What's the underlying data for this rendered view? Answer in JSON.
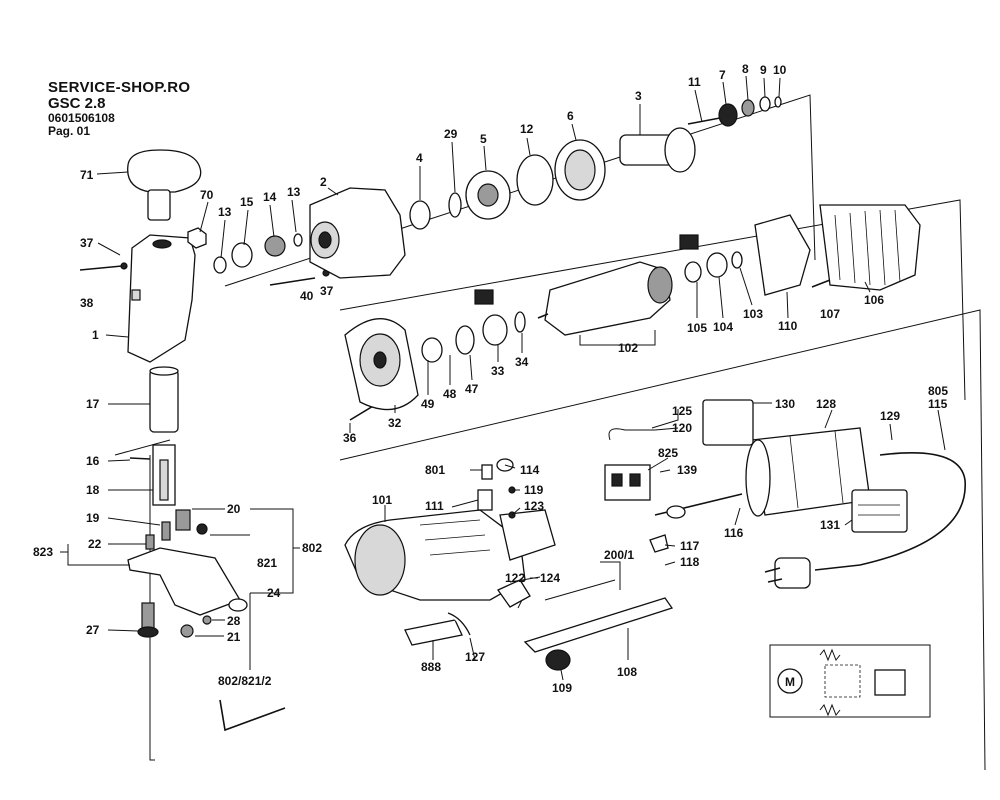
{
  "header": {
    "shop": "SERVICE-SHOP.RO",
    "model": "GSC 2.8",
    "part_number": "0601506108",
    "page": "Pag. 01"
  },
  "callouts": {
    "c71": "71",
    "c70": "70",
    "c13a": "13",
    "c15": "15",
    "c14": "14",
    "c13b": "13",
    "c37a": "37",
    "c38": "38",
    "c40": "40",
    "c37b": "37",
    "c2": "2",
    "c1": "1",
    "c4": "4",
    "c29": "29",
    "c5": "5",
    "c12": "12",
    "c6": "6",
    "c3": "3",
    "c11": "11",
    "c7": "7",
    "c8": "8",
    "c9": "9",
    "c10": "10",
    "c17": "17",
    "c16": "16",
    "c18": "18",
    "c19": "19",
    "c20": "20",
    "c823": "823",
    "c22": "22",
    "c821": "821",
    "c802": "802",
    "c24": "24",
    "c28": "28",
    "c27": "27",
    "c21": "21",
    "c802821": "802/821/2",
    "c36": "36",
    "c32": "32",
    "c49": "49",
    "c48": "48",
    "c47": "47",
    "c33": "33",
    "c34": "34",
    "c102": "102",
    "c105": "105",
    "c104": "104",
    "c103": "103",
    "c110": "110",
    "c107": "107",
    "c106": "106",
    "c125": "125",
    "c120": "120",
    "c130": "130",
    "c128": "128",
    "c129": "129",
    "c805": "805",
    "c115": "115",
    "c825": "825",
    "c139": "139",
    "c801": "801",
    "c114": "114",
    "c119": "119",
    "c111": "111",
    "c123": "123",
    "c101": "101",
    "c116": "116",
    "c117": "117",
    "c118": "118",
    "c131": "131",
    "c2001": "200/1",
    "c122": "122",
    "c124": "124",
    "c888": "888",
    "c127": "127",
    "c108": "108",
    "c109": "109"
  },
  "symbols": {
    "motor_label": "M"
  },
  "icons": [
    "knob-icon",
    "screw-icon",
    "bearing-icon",
    "gear-icon",
    "motor-housing-icon",
    "field-coil-icon",
    "armature-icon",
    "power-plug-icon",
    "allen-key-icon",
    "wiring-schematic-icon"
  ]
}
